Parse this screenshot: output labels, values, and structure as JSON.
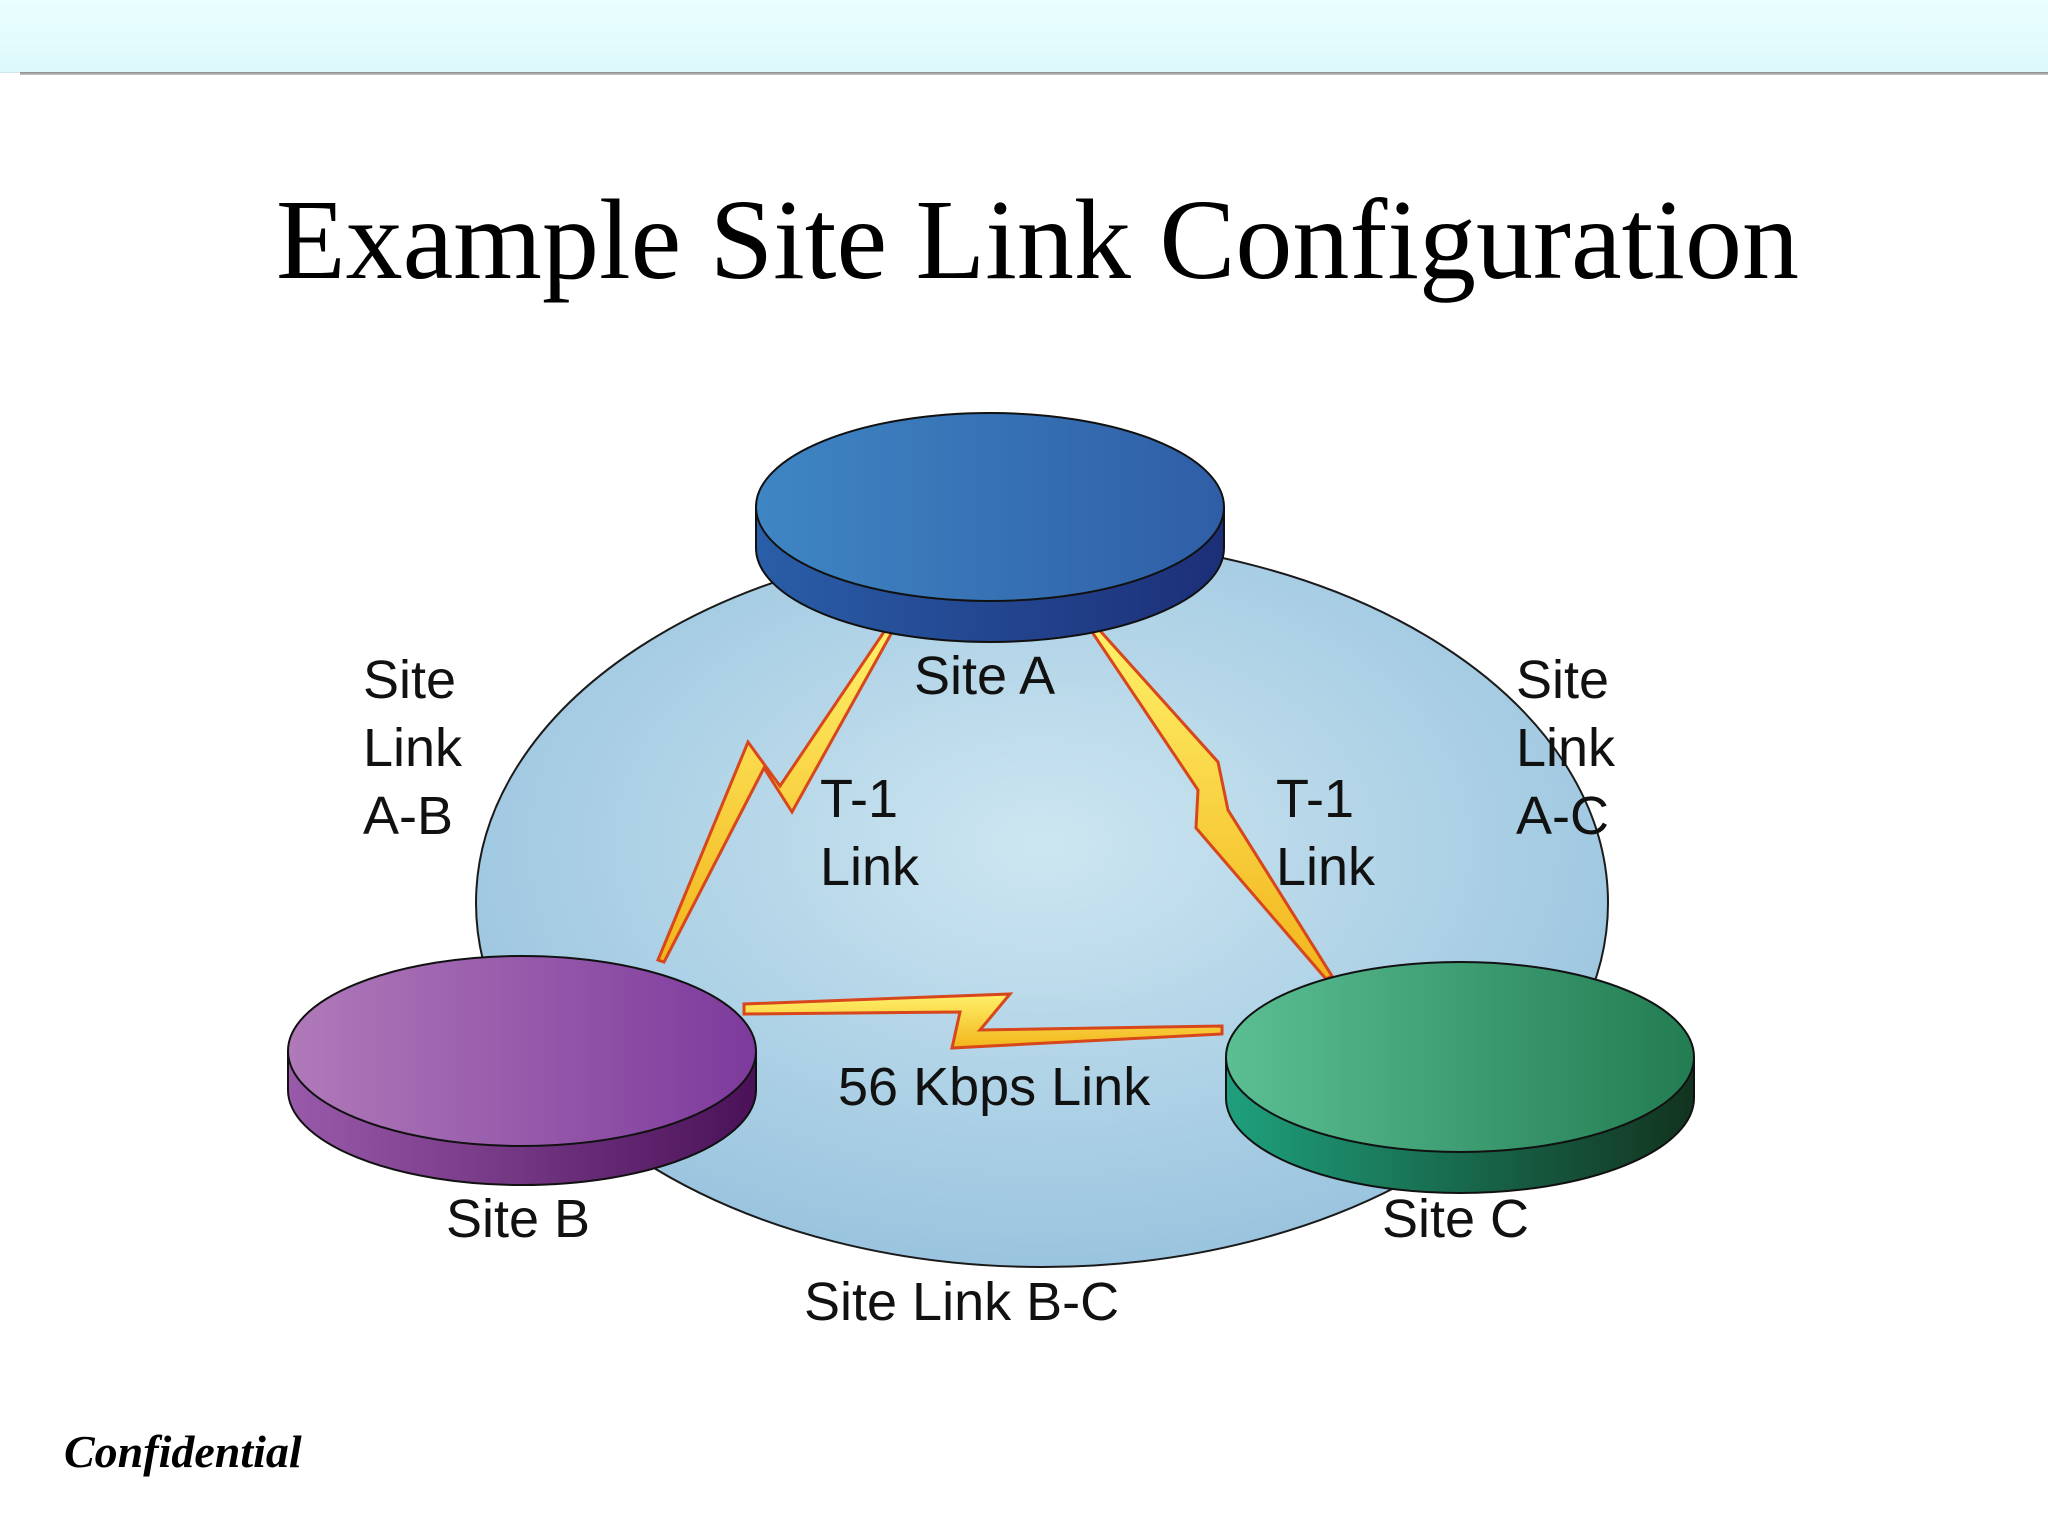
{
  "slide": {
    "title": "Example Site Link Configuration",
    "footer": "Confidential"
  },
  "diagram": {
    "sites": {
      "a": {
        "label": "Site A",
        "color": "#3565a8"
      },
      "b": {
        "label": "Site B",
        "color": "#8a4ea6"
      },
      "c": {
        "label": "Site C",
        "color": "#2b8a5e"
      }
    },
    "links": {
      "ab": {
        "type": "T-1\nLink",
        "site_link": "Site\nLink\nA-B"
      },
      "ac": {
        "type": "T-1\nLink",
        "site_link": "Site\nLink\nA-C"
      },
      "bc": {
        "type": "56 Kbps Link",
        "site_link": "Site Link B-C"
      }
    },
    "colors": {
      "background_ellipse": "#a9cfe5",
      "bolt": "#ffe033",
      "bolt_edge": "#e0551a"
    }
  }
}
